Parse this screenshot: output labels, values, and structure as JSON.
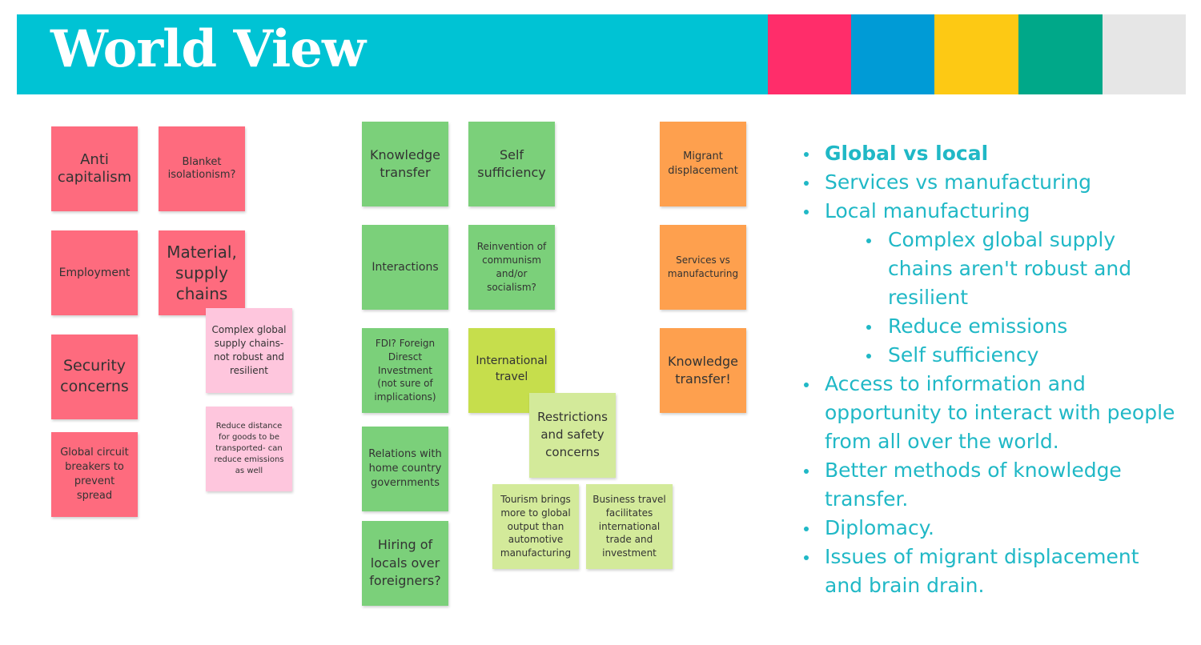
{
  "header": {
    "title": "World View",
    "colors": [
      "#00c3d4",
      "#ff2d6a",
      "#009bd6",
      "#fdc914",
      "#00a889",
      "#e6e6e6"
    ]
  },
  "notes": {
    "red": [
      "Anti capitalism",
      "Blanket isolationism?",
      "Employment",
      "Material, supply chains",
      "Security concerns",
      "Global circuit breakers to prevent spread"
    ],
    "pink": [
      "Complex global supply chains- not robust and resilient",
      "Reduce distance for goods to be transported- can reduce emissions as well"
    ],
    "green": [
      "Knowledge transfer",
      "Self sufficiency",
      "Interactions",
      "Reinvention of communism and/or socialism?",
      "FDI? Foreign Diresct Investment (not sure of implications)",
      "Relations with home country governments",
      "Hiring of locals over foreigners?"
    ],
    "lime": [
      "International travel"
    ],
    "pale_green": [
      "Restrictions and safety concerns",
      "Tourism brings more to global output than automotive manufacturing",
      "Business travel facilitates international trade and investment"
    ],
    "orange": [
      "Migrant displacement",
      "Services vs manufacturing",
      "Knowledge transfer!"
    ]
  },
  "bullets": [
    "Global vs local",
    "Services vs manufacturing",
    "Local manufacturing",
    "Complex global supply chains aren't robust and resilient",
    "Reduce emissions",
    "Self sufficiency",
    "Access to information and opportunity to interact with people from all over the world.",
    "Better methods of knowledge transfer.",
    "Diplomacy.",
    "Issues of migrant displacement and brain drain."
  ],
  "note_colors": {
    "red": "#fe6b7e",
    "pink": "#fec6dd",
    "green": "#7bd07a",
    "lime": "#c6de4c",
    "pale_green": "#d3ea9a",
    "orange": "#fea04e",
    "text_accent": "#20b8c6"
  }
}
